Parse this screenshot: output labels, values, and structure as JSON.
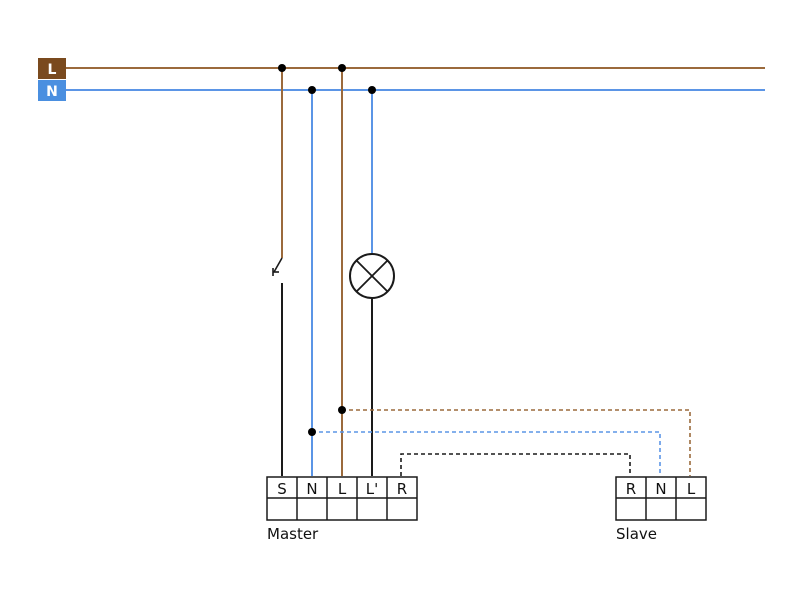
{
  "rails": {
    "live": {
      "label": "L",
      "color": "#7a4a1e"
    },
    "neutral": {
      "label": "N",
      "color": "#4a8fe0"
    }
  },
  "wire_colors": {
    "live": "#9b6a3c",
    "neutral": "#5b95e6",
    "switched": "#1a1a1a"
  },
  "master": {
    "caption": "Master",
    "terminals": [
      "S",
      "N",
      "L",
      "L'",
      "R"
    ]
  },
  "slave": {
    "caption": "Slave",
    "terminals": [
      "R",
      "N",
      "L"
    ]
  },
  "symbols": {
    "switch_icon": "switch-icon",
    "lamp_icon": "lamp-icon"
  }
}
